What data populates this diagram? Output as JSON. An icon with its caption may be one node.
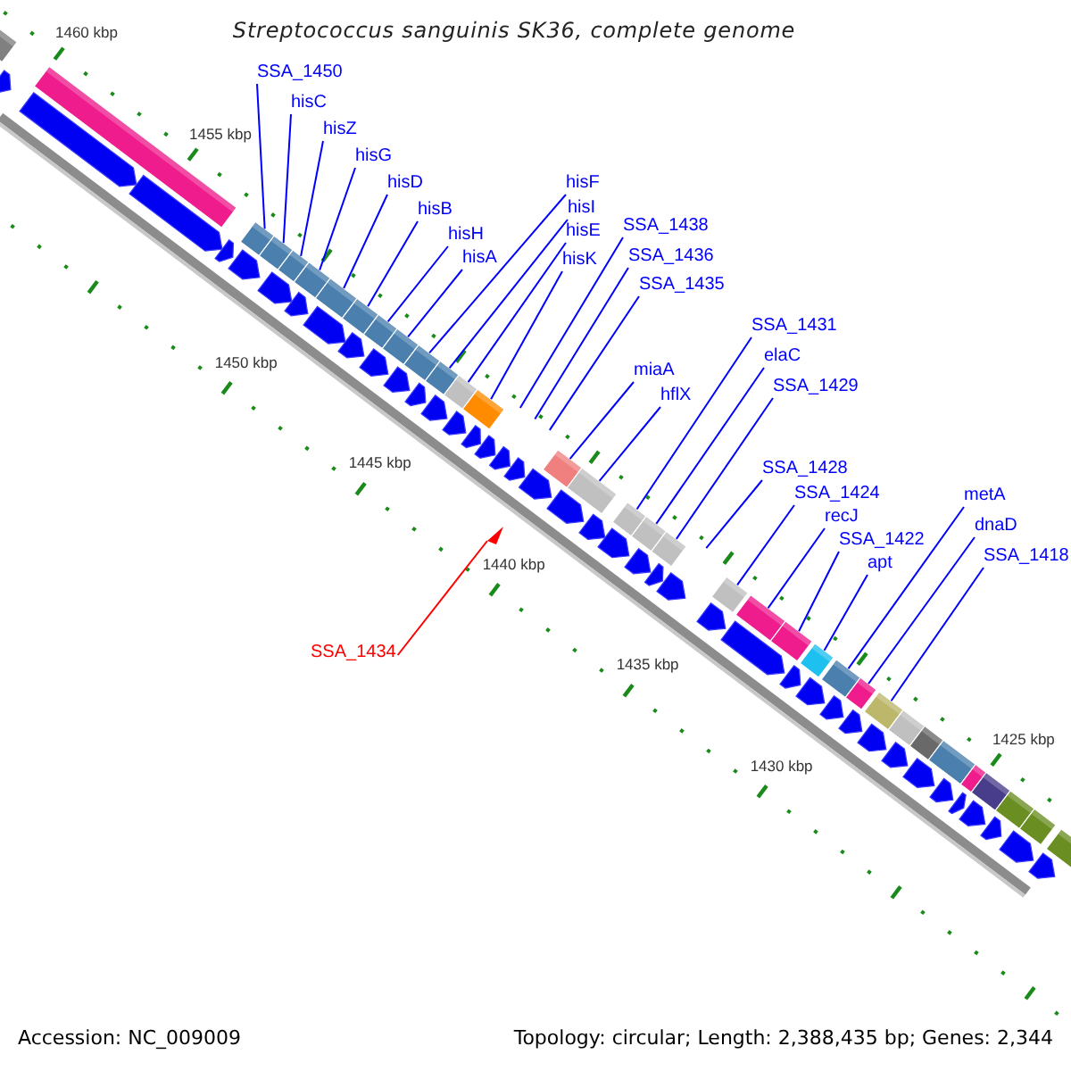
{
  "diagram": {
    "title": "Streptococcus sanguinis SK36, complete genome",
    "nodes": [
      {
        "text": [
          "SSA_1450"
        ]
      },
      {
        "text": [
          "hisC"
        ]
      },
      {
        "text": [
          "hisZ"
        ]
      },
      {
        "text": [
          "hisG"
        ]
      },
      {
        "text": [
          "hisD"
        ]
      },
      {
        "text": [
          "hisB"
        ]
      },
      {
        "text": [
          "hisH"
        ]
      },
      {
        "text": [
          "hisA"
        ]
      },
      {
        "text": [
          "hisF"
        ]
      },
      {
        "text": [
          "hisI"
        ]
      },
      {
        "text": [
          "hisE"
        ]
      },
      {
        "text": [
          "hisK"
        ]
      },
      {
        "text": [
          "SSA_1438"
        ]
      },
      {
        "text": [
          "SSA_1436"
        ]
      },
      {
        "text": [
          "SSA_1435"
        ]
      },
      {
        "text": [
          "miaA"
        ]
      },
      {
        "text": [
          "hflX"
        ]
      },
      {
        "text": [
          "SSA_1431"
        ]
      },
      {
        "text": [
          "elaC"
        ]
      },
      {
        "text": [
          "SSA_1429"
        ]
      },
      {
        "text": [
          "SSA_1428"
        ]
      },
      {
        "text": [
          "SSA_1424"
        ]
      },
      {
        "text": [
          "recJ"
        ]
      },
      {
        "text": [
          "apt"
        ]
      },
      {
        "text": [
          "SSA_1422"
        ]
      },
      {
        "text": [
          "metA"
        ]
      },
      {
        "text": [
          "dnaD"
        ]
      },
      {
        "text": [
          "SSA_1418"
        ]
      },
      {
        "text": [
          "SSA_1434"
        ]
      },
      {
        "text": [],
        "shape": "triangle"
      }
    ],
    "edges": [
      {
        "from": 0,
        "to": null,
        "arrow": "none"
      },
      {
        "from": 1,
        "to": null,
        "arrow": "none"
      },
      {
        "from": 2,
        "to": null,
        "arrow": "none"
      },
      {
        "from": 3,
        "to": null,
        "arrow": "none"
      },
      {
        "from": 4,
        "to": null,
        "arrow": "none"
      },
      {
        "from": 5,
        "to": null,
        "arrow": "none"
      },
      {
        "from": 6,
        "to": null,
        "arrow": "none"
      },
      {
        "from": 7,
        "to": null,
        "arrow": "none"
      },
      {
        "from": 8,
        "to": null,
        "arrow": "none"
      },
      {
        "from": 9,
        "to": null,
        "arrow": "none"
      },
      {
        "from": 10,
        "to": null,
        "arrow": "none"
      },
      {
        "from": 11,
        "to": null,
        "arrow": "none"
      },
      {
        "from": 12,
        "to": null,
        "arrow": "none"
      },
      {
        "from": 13,
        "to": null,
        "arrow": "none"
      },
      {
        "from": 14,
        "to": null,
        "arrow": "none"
      },
      {
        "from": 15,
        "to": null,
        "arrow": "none"
      },
      {
        "from": 16,
        "to": null,
        "arrow": "none"
      },
      {
        "from": 17,
        "to": null,
        "arrow": "none"
      },
      {
        "from": 18,
        "to": null,
        "arrow": "none"
      },
      {
        "from": 19,
        "to": null,
        "arrow": "none"
      },
      {
        "from": 20,
        "to": null,
        "arrow": "none"
      },
      {
        "from": 21,
        "to": null,
        "arrow": "none"
      },
      {
        "from": 22,
        "to": null,
        "arrow": "none"
      },
      {
        "from": 23,
        "to": null,
        "arrow": "none"
      },
      {
        "from": 24,
        "to": null,
        "arrow": "none"
      },
      {
        "from": 25,
        "to": null,
        "arrow": "none"
      },
      {
        "from": 26,
        "to": null,
        "arrow": "none"
      },
      {
        "from": 27,
        "to": null,
        "arrow": "none"
      },
      {
        "from": 28,
        "to": 29,
        "arrow": "none",
        "color": "#ff0000"
      }
    ],
    "labels": [
      "1460 kbp",
      "1455 kbp",
      "1450 kbp",
      "1445 kbp",
      "1440 kbp",
      "1435 kbp",
      "1430 kbp",
      "1425 kbp",
      "Accession: NC_009009",
      "Topology: circular; Length: 2,388,435 bp; Genes: 2,344"
    ]
  }
}
